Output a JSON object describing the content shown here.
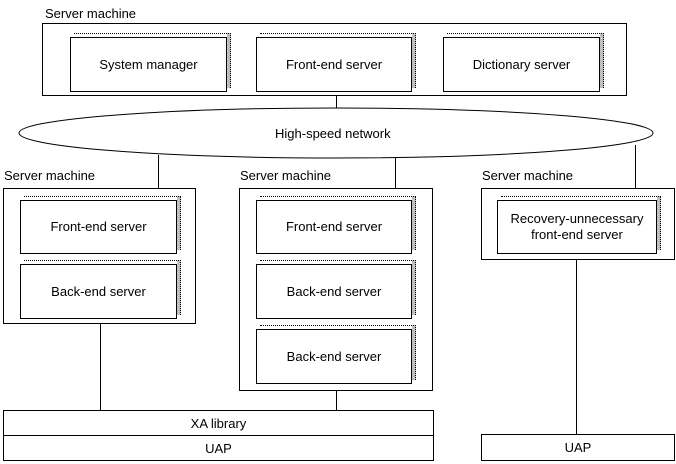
{
  "top_server": {
    "title": "Server machine",
    "components": [
      "System manager",
      "Front-end server",
      "Dictionary server"
    ]
  },
  "network": {
    "label": "High-speed network"
  },
  "left_server": {
    "title": "Server machine",
    "components": [
      "Front-end server",
      "Back-end server"
    ]
  },
  "middle_server": {
    "title": "Server machine",
    "components": [
      "Front-end server",
      "Back-end server",
      "Back-end server"
    ]
  },
  "right_server": {
    "title": "Server machine",
    "components": [
      "Recovery-unnecessary\nfront-end server"
    ]
  },
  "client_left": {
    "library": "XA library",
    "uap": "UAP"
  },
  "client_right": {
    "uap": "UAP"
  }
}
